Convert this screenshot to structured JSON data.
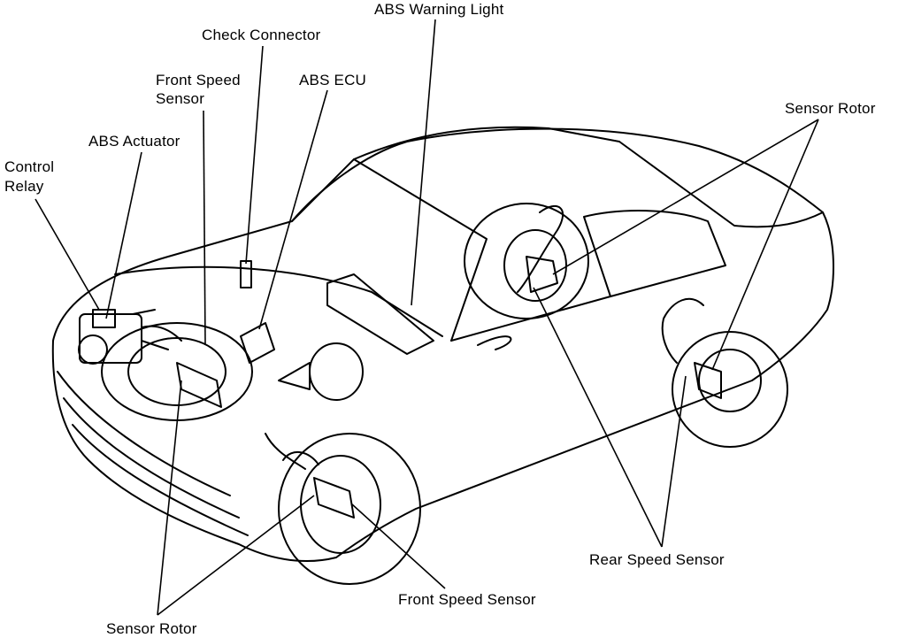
{
  "labels": {
    "abs_warning_light": "ABS Warning Light",
    "check_connector": "Check Connector",
    "front_speed_sensor_top_line1": "Front Speed",
    "front_speed_sensor_top_line2": "Sensor",
    "abs_ecu": "ABS ECU",
    "abs_actuator": "ABS Actuator",
    "control_relay_line1": "Control",
    "control_relay_line2": "Relay",
    "sensor_rotor_rear": "Sensor Rotor",
    "rear_speed_sensor": "Rear Speed Sensor",
    "front_speed_sensor_bottom": "Front Speed Sensor",
    "sensor_rotor_front": "Sensor Rotor"
  }
}
